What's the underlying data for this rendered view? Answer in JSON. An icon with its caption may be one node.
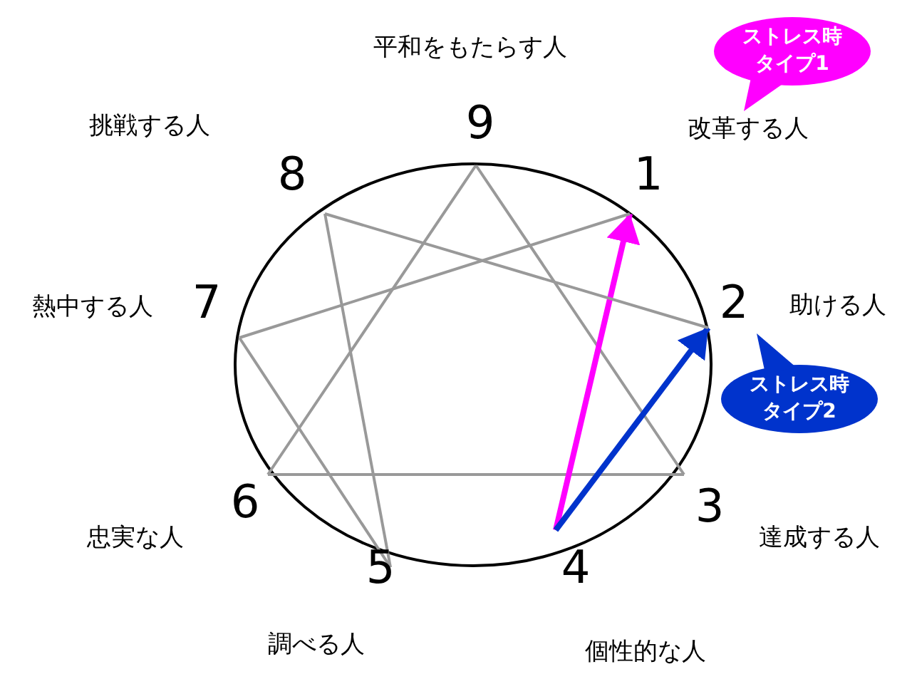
{
  "diagram": {
    "nodes": [
      {
        "text": [
          "1"
        ]
      },
      {
        "text": [
          "2"
        ]
      },
      {
        "text": [
          "3"
        ]
      },
      {
        "text": [
          "4"
        ]
      },
      {
        "text": [
          "5"
        ]
      },
      {
        "text": [
          "6"
        ]
      },
      {
        "text": [
          "7"
        ]
      },
      {
        "text": [
          "8"
        ]
      },
      {
        "text": [
          "9"
        ]
      },
      {
        "text": [
          "ストレス時",
          "タイプ1"
        ]
      },
      {
        "text": [
          "ストレス時",
          "タイプ2"
        ]
      }
    ],
    "edges": [
      {
        "from": 8,
        "to": 2,
        "arrow": "none"
      },
      {
        "from": 2,
        "to": 5,
        "arrow": "none"
      },
      {
        "from": 5,
        "to": 8,
        "arrow": "none"
      },
      {
        "from": 3,
        "to": 0,
        "arrow": "to",
        "style": "thick",
        "color": "#ff00ff"
      },
      {
        "from": 3,
        "to": 1,
        "arrow": "to",
        "style": "thick",
        "color": "#0033cc"
      },
      {
        "from": 1,
        "to": 7,
        "arrow": "none"
      },
      {
        "from": 7,
        "to": 4,
        "arrow": "none"
      },
      {
        "from": 4,
        "to": 6,
        "arrow": "none"
      },
      {
        "from": 6,
        "to": 0,
        "arrow": "none"
      }
    ],
    "labels": [
      "平和をもたらす人",
      "挑戦する人",
      "改革する人",
      "熱中する人",
      "助ける人",
      "忠実な人",
      "達成する人",
      "調べる人",
      "個性的な人"
    ]
  }
}
